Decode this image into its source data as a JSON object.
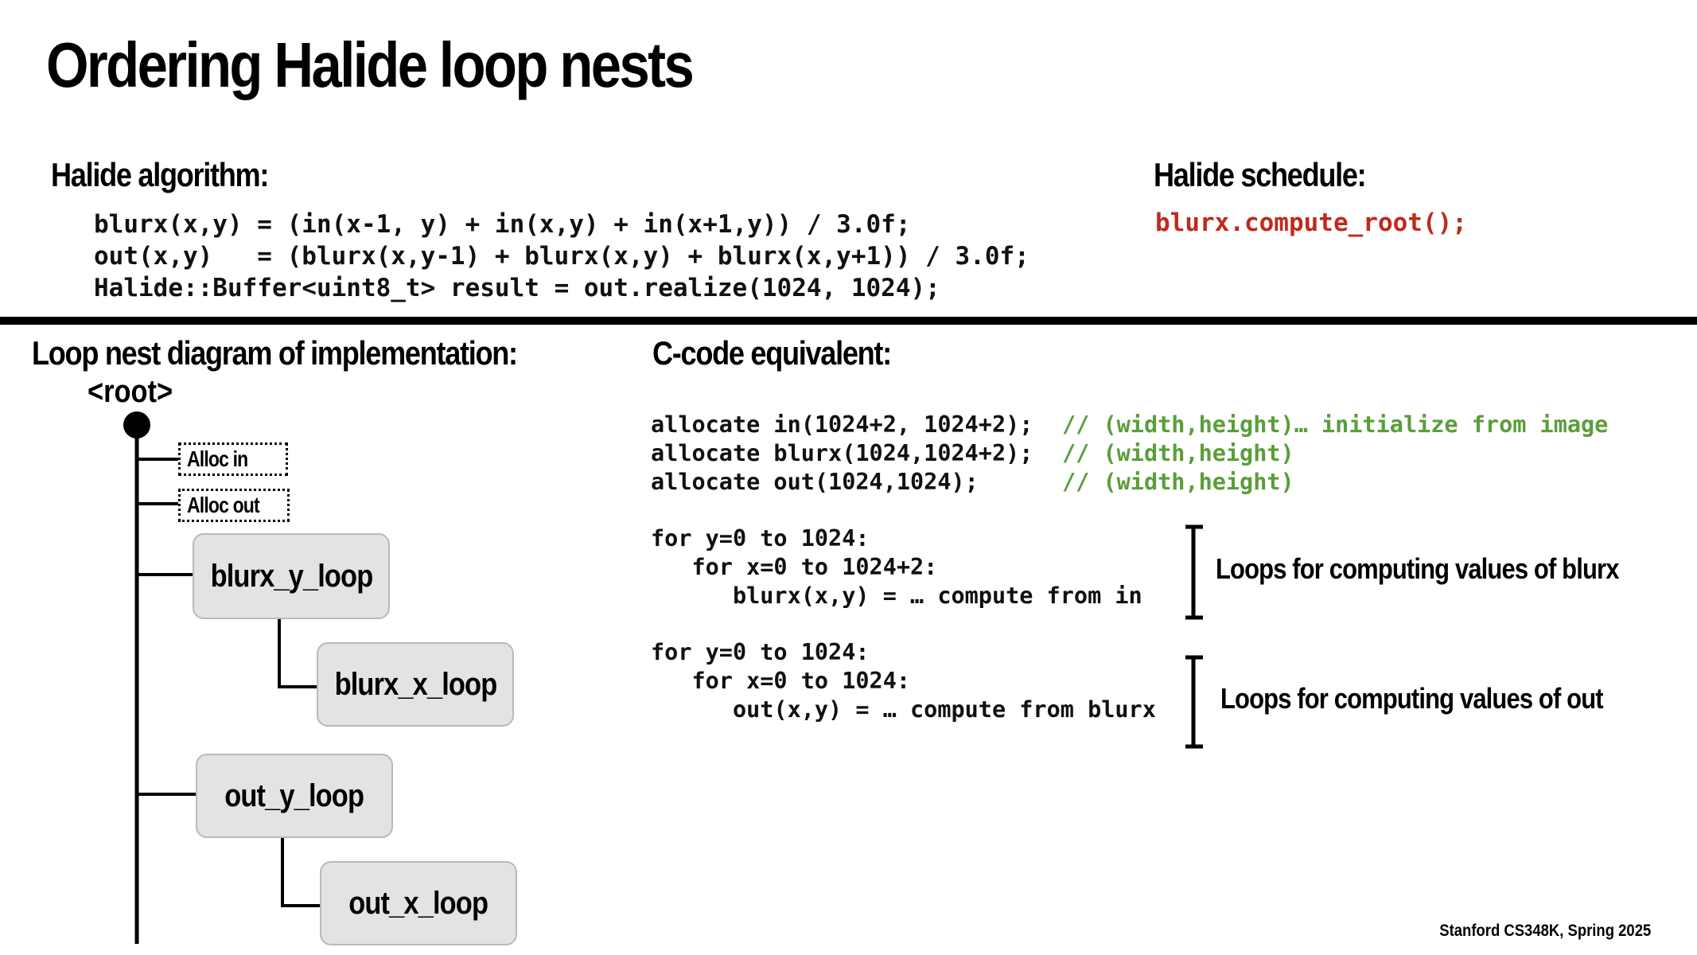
{
  "title": "Ordering Halide loop nests",
  "algorithm": {
    "heading": "Halide algorithm:",
    "lines": [
      "blurx(x,y) = (in(x-1, y) + in(x,y) + in(x+1,y)) / 3.0f;",
      "out(x,y)   = (blurx(x,y-1) + blurx(x,y) + blurx(x,y+1)) / 3.0f;",
      "Halide::Buffer<uint8_t> result = out.realize(1024, 1024);"
    ]
  },
  "schedule": {
    "heading": "Halide schedule:",
    "code": "blurx.compute_root();",
    "color": "#c02a1a"
  },
  "loop_nest": {
    "heading": "Loop nest diagram of implementation:",
    "root_label": "<root>",
    "alloc_in": "Alloc in",
    "alloc_out": "Alloc out",
    "nodes": {
      "blurx_y": "blurx_y_loop",
      "blurx_x": "blurx_x_loop",
      "out_y": "out_y_loop",
      "out_x": "out_x_loop"
    }
  },
  "c_code": {
    "heading": "C-code equivalent:",
    "alloc_lines": [
      {
        "code": "allocate in(1024+2, 1024+2);",
        "comment": "// (width,height)… initialize from image"
      },
      {
        "code": "allocate blurx(1024,1024+2);",
        "comment": "// (width,height)"
      },
      {
        "code": "allocate out(1024,1024);",
        "comment": "// (width,height)"
      }
    ],
    "loop1": [
      "for y=0 to 1024:",
      "   for x=0 to 1024+2:",
      "      blurx(x,y) = … compute from in"
    ],
    "loop2": [
      "for y=0 to 1024:",
      "   for x=0 to 1024:",
      "      out(x,y) = … compute from blurx"
    ],
    "bracket1_label": "Loops for computing values of blurx",
    "bracket2_label": "Loops for computing values of out",
    "comment_color": "#5a9e3a"
  },
  "footer": "Stanford CS348K, Spring 2025"
}
